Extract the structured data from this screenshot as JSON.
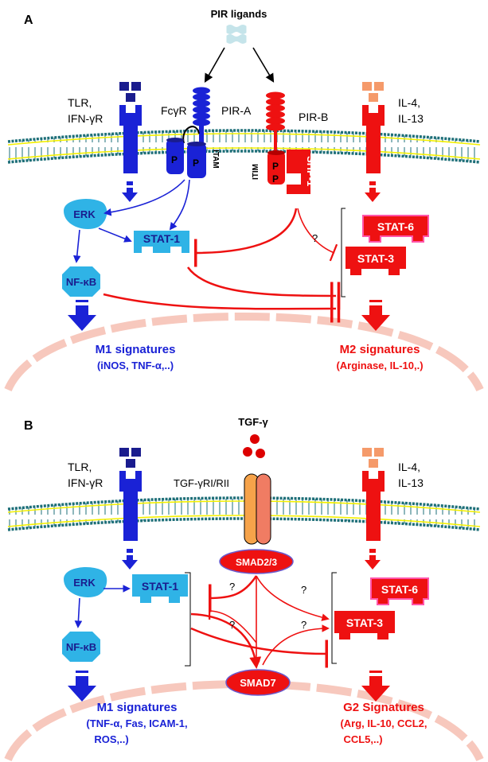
{
  "colors": {
    "m1_blue": "#1a22d6",
    "m1_light": "#2fb3e6",
    "m2_red": "#ee1111",
    "m2_light": "#f59a6a",
    "membrane_yellow": "#f4f000",
    "membrane_teal": "#1e6f78",
    "nucleus_fill": "#fde4de",
    "tgf_orange": "#f6a34a",
    "tgf_salmon": "#f07c63"
  },
  "panel_a": {
    "label": "A",
    "pir_ligands": "PIR ligands",
    "tlr": "TLR,",
    "ifn_r": "IFN-γR",
    "fcgr": "FcγR",
    "pir_a": "PIR-A",
    "pir_b": "PIR-B",
    "il4": "IL-4,",
    "il13": "IL-13",
    "p": "P",
    "itam": "ITAM",
    "itim": "ITIM",
    "shp1": "SHP-1",
    "erk": "ERK",
    "stat1": "STAT-1",
    "nfkb": "NF-κB",
    "stat6": "STAT-6",
    "stat3": "STAT-3",
    "question": "?",
    "m1_title": "M1 signatures",
    "m1_sub": "(iNOS, TNF-α,..)",
    "m2_title": "M2 signatures",
    "m2_sub": "(Arginase, IL-10,.)"
  },
  "panel_b": {
    "label": "B",
    "tgf": "TGF-γ",
    "tlr": "TLR,",
    "ifn_r": "IFN-γR",
    "tgf_r": "TGF-γRI/RII",
    "il4": "IL-4,",
    "il13": "IL-13",
    "smad23": "SMAD2/3",
    "smad7": "SMAD7",
    "erk": "ERK",
    "stat1": "STAT-1",
    "nfkb": "NF-κB",
    "stat6": "STAT-6",
    "stat3": "STAT-3",
    "question": "?",
    "m1_title": "M1 signatures",
    "m1_sub1": "(TNF-α, Fas, ICAM-1,",
    "m1_sub2": "ROS,..)",
    "g2_title": "G2 Signatures",
    "g2_sub1": "(Arg, IL-10, CCL2,",
    "g2_sub2": "CCL5,..)"
  }
}
